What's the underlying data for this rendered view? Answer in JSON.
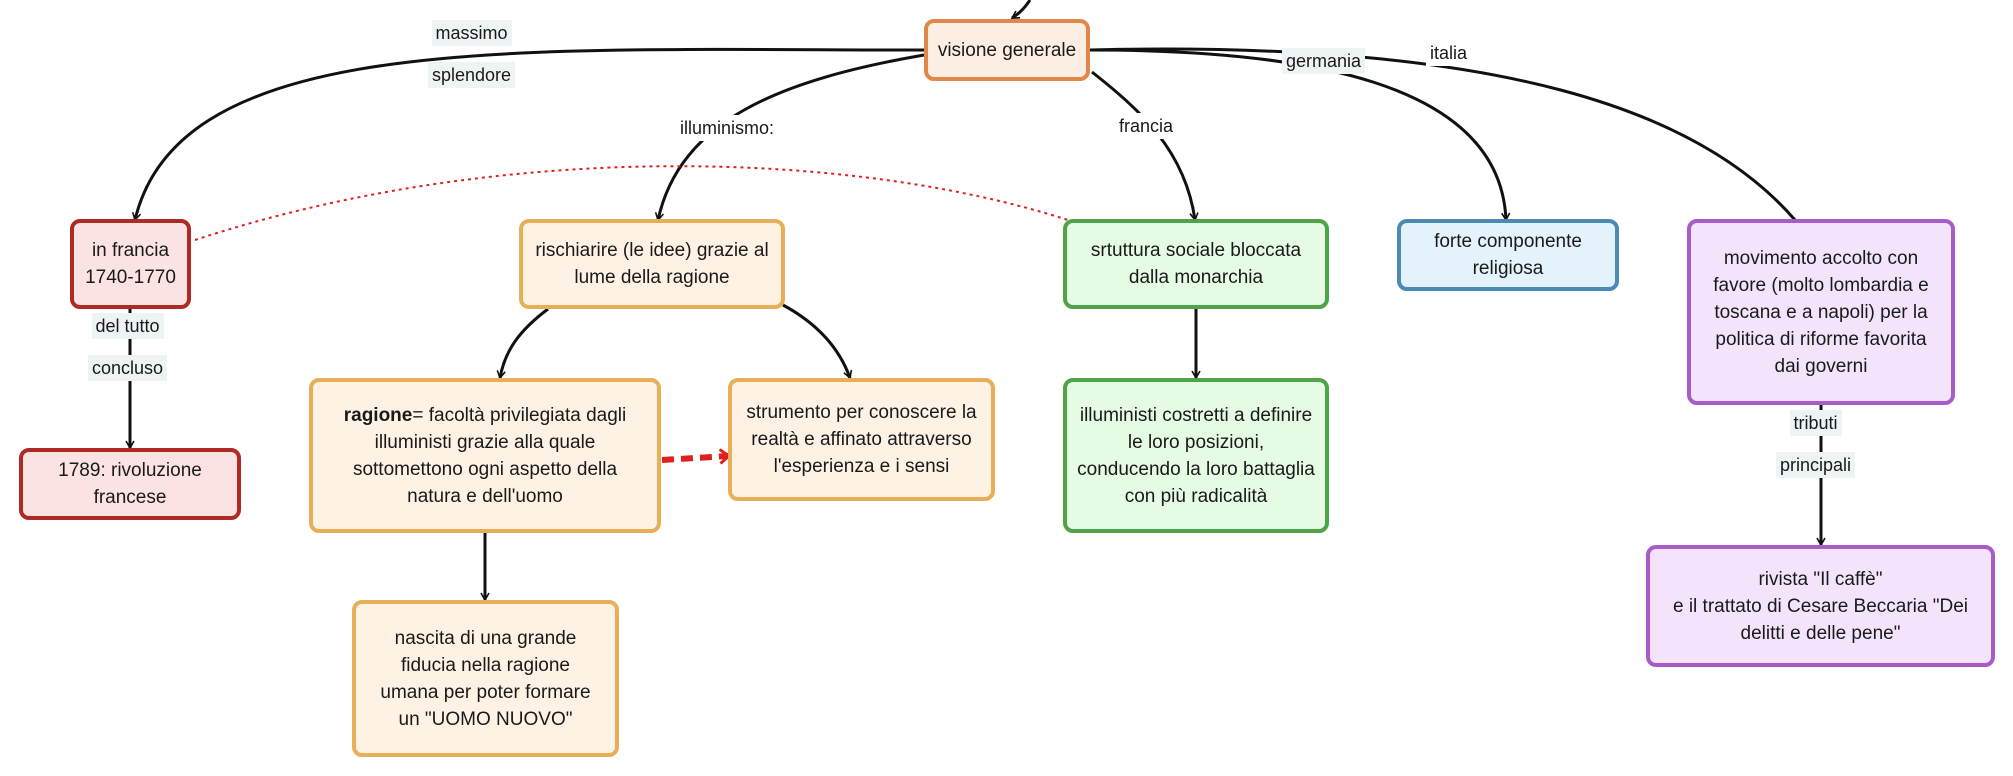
{
  "nodes": {
    "visione": "visione generale",
    "francia_period": "in francia\n1740-1770",
    "rivoluzione": "1789: rivoluzione francese",
    "rischiarire": "rischiarire (le idee) grazie al lume della ragione",
    "ragione_bold": "ragione",
    "ragione_rest": "= facoltà privilegiata dagli illuministi grazie alla quale sottomettono ogni aspetto della natura e dell'uomo",
    "strumento": "strumento per conoscere la realtà e affinato attraverso l'esperienza e i sensi",
    "nascita": "nascita di una grande fiducia nella ragione umana per poter formare un \"UOMO NUOVO\"",
    "srtuttura": "srtuttura sociale bloccata dalla monarchia",
    "costretti": "illuministi costretti a definire le loro posizioni, conducendo la loro battaglia con più radicalità",
    "religiosa": "forte componente religiosa",
    "movimento": "movimento accolto con favore (molto lombardia e toscana e a napoli) per la politica di riforme favorita dai governi",
    "rivista_line1": "rivista \"Il caffè\"",
    "rivista_line2": "e il trattato di Cesare Beccaria \"Dei delitti e delle pene\""
  },
  "labels": {
    "massimo": "massimo",
    "splendore": "splendore",
    "illuminismo": "illuminismo:",
    "francia": "francia",
    "germania": "germania",
    "italia": "italia",
    "del_tutto": "del tutto",
    "concluso": "concluso",
    "tributi": "tributi",
    "principali": "principali"
  },
  "colors": {
    "orange_border": "#e0874a",
    "yellow_border": "#e8ae58",
    "red_border": "#b02a25",
    "green_border": "#4fa447",
    "blue_border": "#4a8ab5",
    "purple_border": "#a95cc7",
    "cross_link": "#e02020"
  }
}
